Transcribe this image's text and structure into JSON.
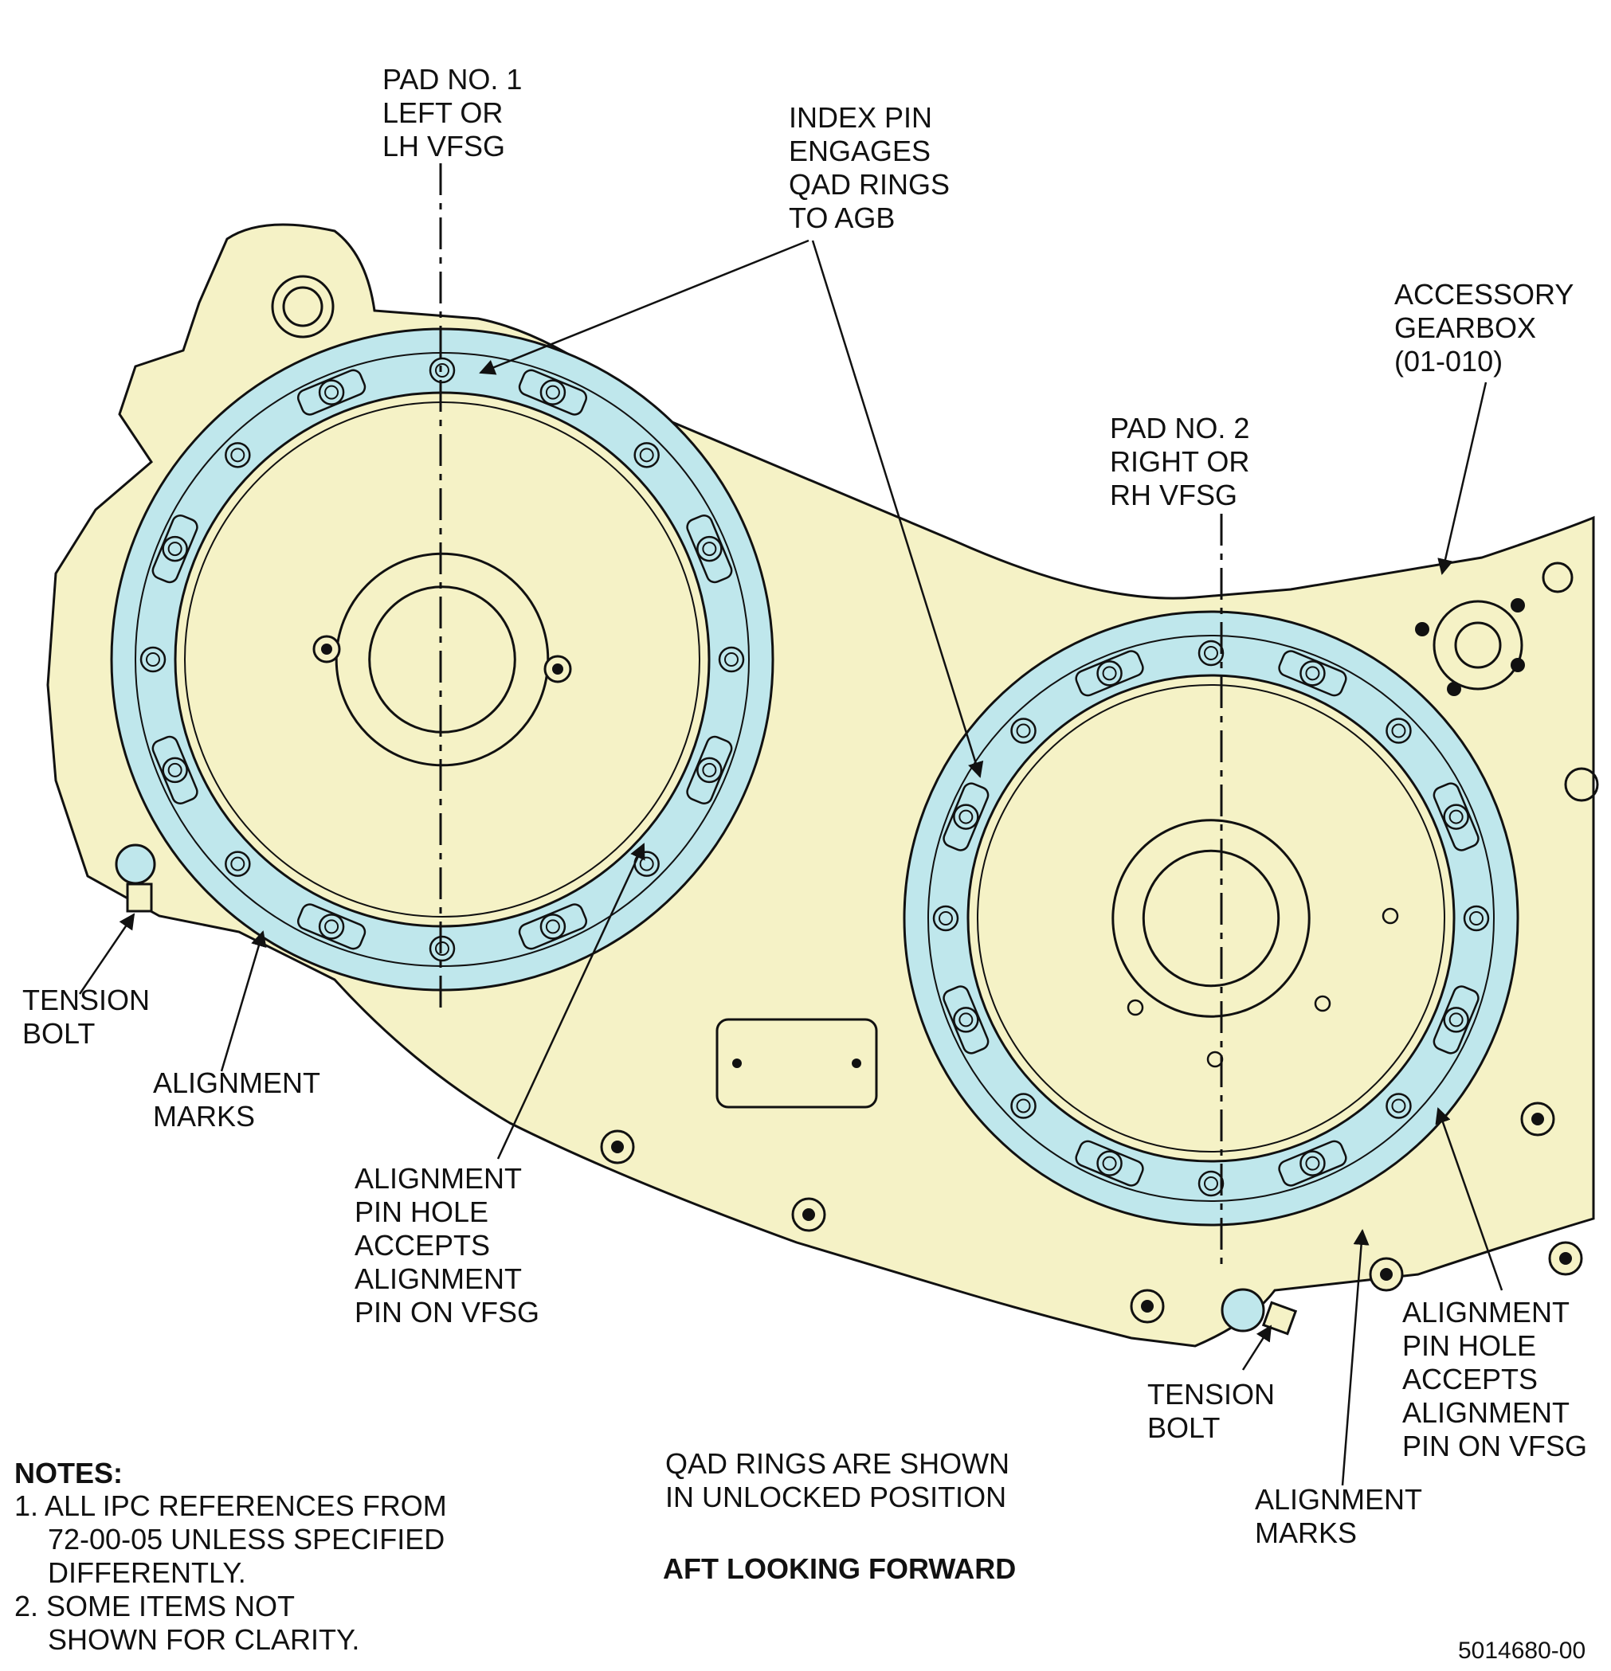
{
  "colors": {
    "housing": "#f5f2c6",
    "ring": "#bfe7ec",
    "line": "#111111",
    "background": "#ffffff"
  },
  "labels": {
    "pad1": [
      "PAD NO. 1",
      "LEFT OR",
      "LH VFSG"
    ],
    "index_pin": [
      "INDEX PIN",
      "ENGAGES",
      "QAD RINGS",
      "TO AGB"
    ],
    "accessory_gearbox": [
      "ACCESSORY",
      "GEARBOX",
      "(01-010)"
    ],
    "pad2": [
      "PAD NO. 2",
      "RIGHT OR",
      "RH VFSG"
    ],
    "tension_bolt_left": [
      "TENSION",
      "BOLT"
    ],
    "alignment_marks_left": [
      "ALIGNMENT",
      "MARKS"
    ],
    "alignment_pin_hole_left": [
      "ALIGNMENT",
      "PIN HOLE",
      "ACCEPTS",
      "ALIGNMENT",
      "PIN ON VFSG"
    ],
    "tension_bolt_right": [
      "TENSION",
      "BOLT"
    ],
    "alignment_pin_hole_right": [
      "ALIGNMENT",
      "PIN HOLE",
      "ACCEPTS",
      "ALIGNMENT",
      "PIN ON VFSG"
    ],
    "alignment_marks_right": [
      "ALIGNMENT",
      "MARKS"
    ],
    "qad_note": [
      "QAD RINGS ARE SHOWN",
      "IN UNLOCKED POSITION"
    ],
    "view_title": "AFT LOOKING FORWARD",
    "figure_number": "5014680-00"
  },
  "notes": {
    "heading": "NOTES:",
    "items": [
      [
        "1. ALL IPC REFERENCES FROM",
        "72-00-05 UNLESS SPECIFIED",
        "DIFFERENTLY."
      ],
      [
        "2. SOME ITEMS NOT",
        "SHOWN FOR CLARITY."
      ]
    ]
  }
}
